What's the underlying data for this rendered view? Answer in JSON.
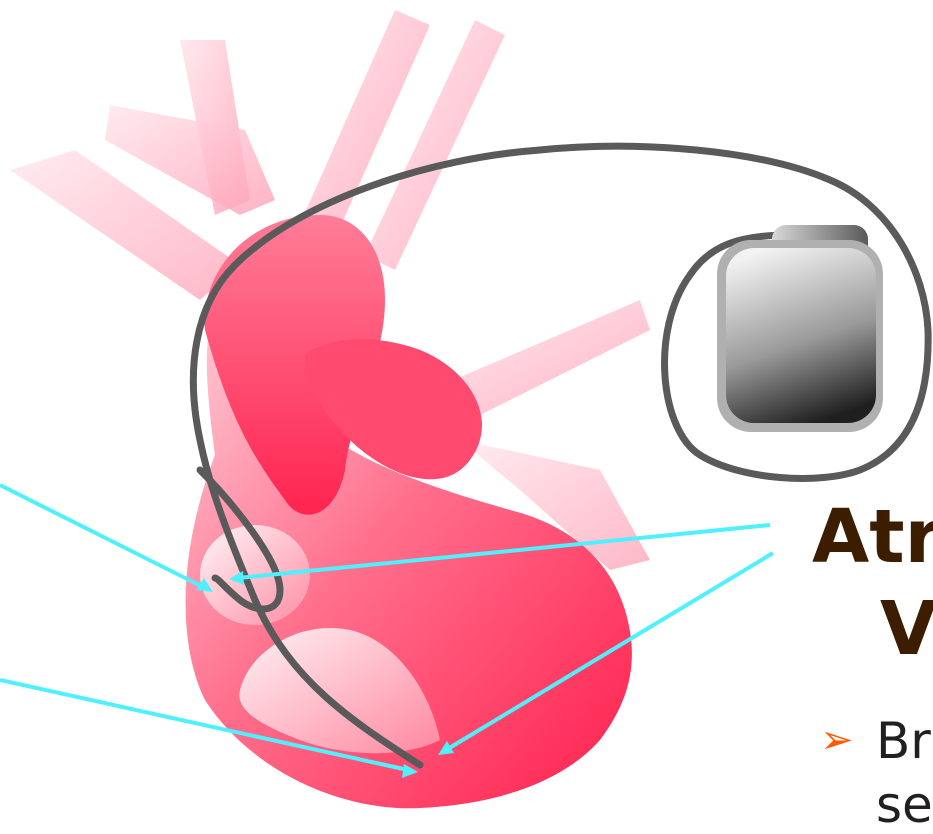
{
  "heading": {
    "line1": "Atr",
    "line2": "V"
  },
  "bullet": {
    "glyph": "➢",
    "line1": "Br",
    "line2": "se"
  },
  "colors": {
    "heart": "#ff2c5a",
    "vessels": "#ffb3c5",
    "lead": "#5a5a5a",
    "arrows": "#4ff0ff",
    "heading": "#3d1d00",
    "bullet": "#ff5a00"
  },
  "icons": [
    "heart-illustration",
    "pacemaker-generator",
    "pacing-lead",
    "pointer-arrows"
  ]
}
